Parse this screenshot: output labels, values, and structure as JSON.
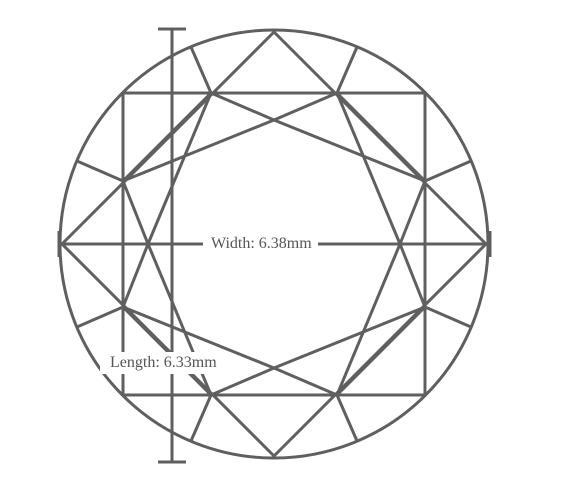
{
  "diagram": {
    "shape": "round brilliant diamond",
    "line_color": "#5f5f5f",
    "width_label": "Width: 6.38mm",
    "length_label": "Length: 6.33mm"
  }
}
